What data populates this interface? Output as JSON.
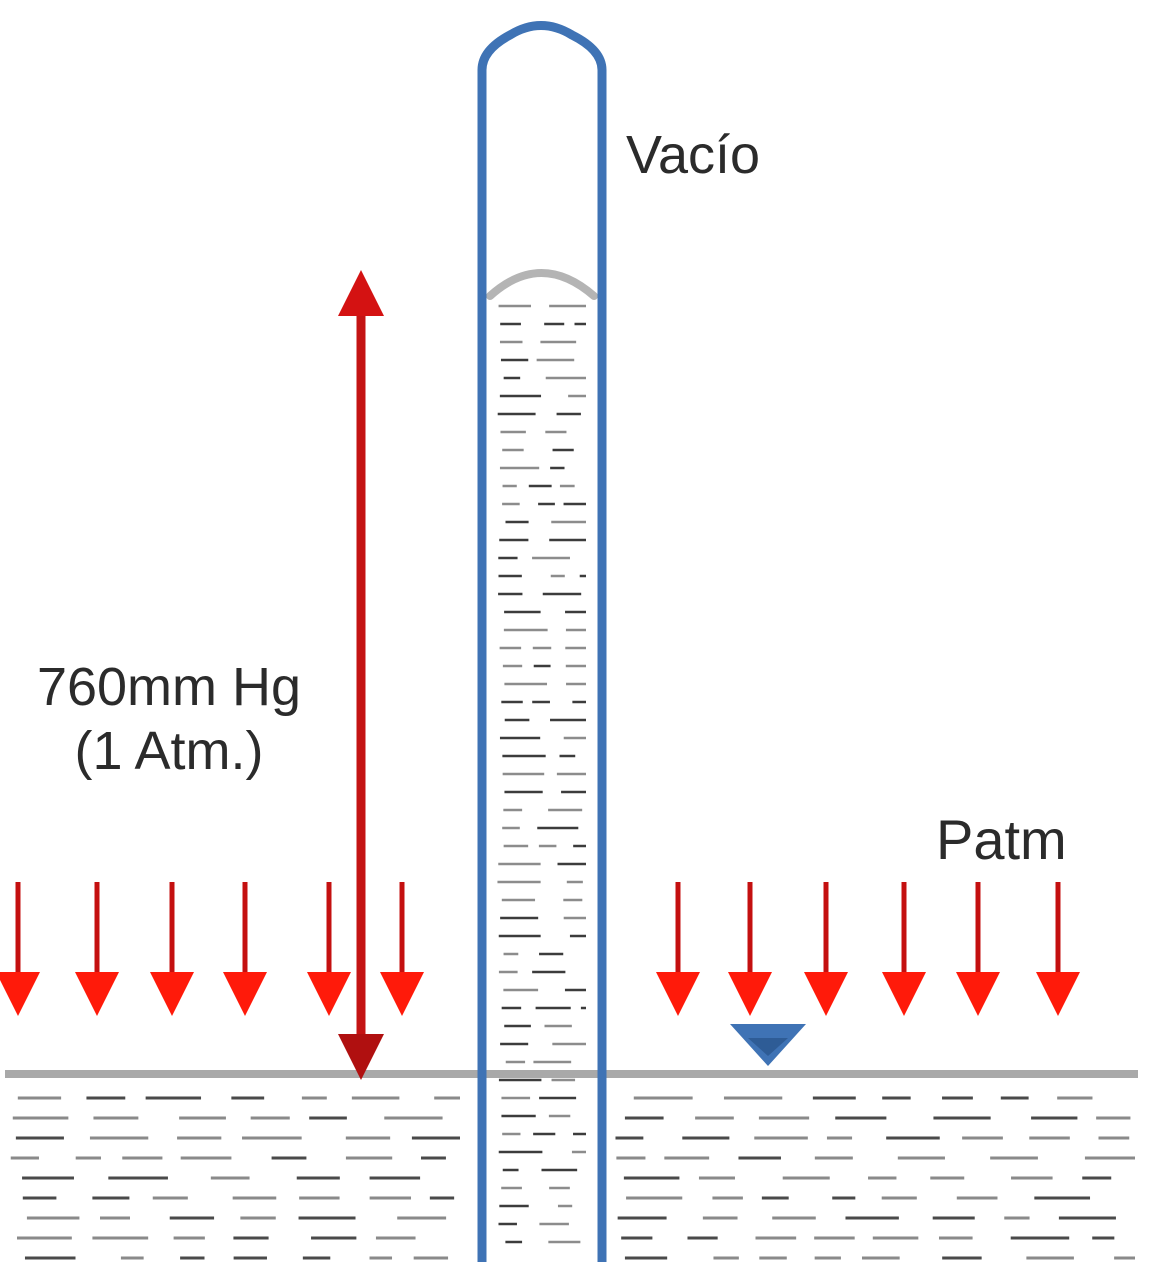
{
  "labels": {
    "vacuum": "Vacío",
    "atmospheric_pressure": "Patm",
    "column_height": "760mm Hg",
    "column_height_atm": "(1 Atm.)"
  },
  "colors": {
    "tube": "#3f73b5",
    "pressure_arrow": "#ff1a0a",
    "pressure_arrow_shaft": "#c41010",
    "height_arrow": "#c41414",
    "liquid_surface": "#a9a9a9",
    "liquid_hatching": "#555555",
    "meniscus": "#b4b4b4",
    "level_marker": "#3f73b5"
  },
  "icons": {
    "free_surface_marker": "inverted-triangle-level-icon",
    "pressure_arrow": "down-arrow-icon",
    "height_arrow": "double-headed-arrow-icon"
  }
}
